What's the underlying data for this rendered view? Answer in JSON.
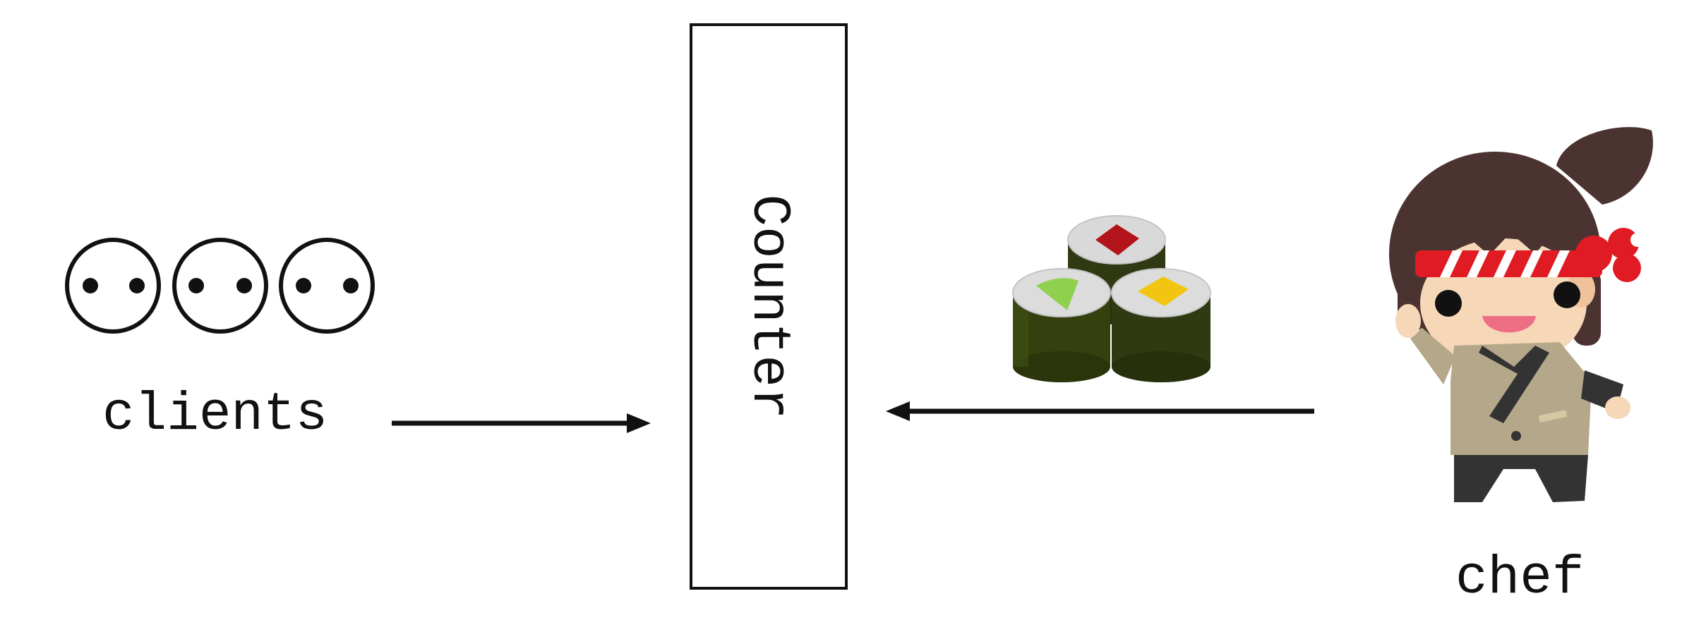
{
  "labels": {
    "clients": "clients",
    "counter": "Counter",
    "chef": "chef"
  },
  "icons": {
    "clients": "smiley-face-icon",
    "sushi": "sushi-rolls-icon",
    "chef": "sushi-chef-icon"
  },
  "colors": {
    "stroke": "#111111",
    "seaweed": "#2f3a12",
    "rice": "#d9d9d9",
    "tuna": "#b3141b",
    "cucumber": "#8fd14f",
    "egg": "#f2c511",
    "hair": "#4a3330",
    "headband": "#e01b24",
    "skin": "#f6d7b8",
    "robe": "#b5a88a"
  }
}
